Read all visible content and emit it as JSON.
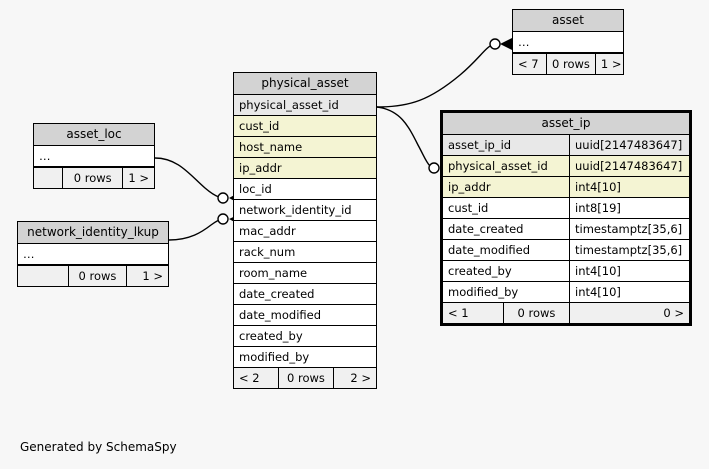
{
  "diagram": {
    "caption": "Generated by SchemaSpy",
    "background_color": "#f7f7f7",
    "header_color": "#d3d3d3",
    "primary_key_color": "#e8e8e8",
    "foreign_key_color": "#f4f4d3",
    "plain_color": "#ffffff",
    "footer_color": "#f0f0f0",
    "line_color": "#000000"
  },
  "tables": {
    "asset": {
      "name": "asset",
      "collapsed": true,
      "ellipsis": "…",
      "footer": {
        "left": "< 7",
        "center": "0 rows",
        "right": "1 >"
      }
    },
    "asset_loc": {
      "name": "asset_loc",
      "collapsed": true,
      "ellipsis": "…",
      "footer": {
        "left": "",
        "center": "0 rows",
        "right": "1 >"
      }
    },
    "network_identity_lkup": {
      "name": "network_identity_lkup",
      "collapsed": true,
      "ellipsis": "…",
      "footer": {
        "left": "",
        "center": "0 rows",
        "right": "1 >"
      }
    },
    "physical_asset": {
      "name": "physical_asset",
      "columns": [
        {
          "name": "physical_asset_id",
          "type": "",
          "kind": "pk"
        },
        {
          "name": "cust_id",
          "type": "",
          "kind": "fk"
        },
        {
          "name": "host_name",
          "type": "",
          "kind": "fk"
        },
        {
          "name": "ip_addr",
          "type": "",
          "kind": "fk"
        },
        {
          "name": "loc_id",
          "type": "",
          "kind": "plain"
        },
        {
          "name": "network_identity_id",
          "type": "",
          "kind": "plain"
        },
        {
          "name": "mac_addr",
          "type": "",
          "kind": "plain"
        },
        {
          "name": "rack_num",
          "type": "",
          "kind": "plain"
        },
        {
          "name": "room_name",
          "type": "",
          "kind": "plain"
        },
        {
          "name": "date_created",
          "type": "",
          "kind": "plain"
        },
        {
          "name": "date_modified",
          "type": "",
          "kind": "plain"
        },
        {
          "name": "created_by",
          "type": "",
          "kind": "plain"
        },
        {
          "name": "modified_by",
          "type": "",
          "kind": "plain"
        }
      ],
      "footer": {
        "left": "< 2",
        "center": "0 rows",
        "right": "2 >"
      }
    },
    "asset_ip": {
      "name": "asset_ip",
      "focus": true,
      "columns": [
        {
          "name": "asset_ip_id",
          "type": "uuid[2147483647]",
          "kind": "pk"
        },
        {
          "name": "physical_asset_id",
          "type": "uuid[2147483647]",
          "kind": "fk"
        },
        {
          "name": "ip_addr",
          "type": "int4[10]",
          "kind": "fk"
        },
        {
          "name": "cust_id",
          "type": "int8[19]",
          "kind": "plain"
        },
        {
          "name": "date_created",
          "type": "timestamptz[35,6]",
          "kind": "plain"
        },
        {
          "name": "date_modified",
          "type": "timestamptz[35,6]",
          "kind": "plain"
        },
        {
          "name": "created_by",
          "type": "int4[10]",
          "kind": "plain"
        },
        {
          "name": "modified_by",
          "type": "int4[10]",
          "kind": "plain"
        }
      ],
      "footer": {
        "left": "< 1",
        "center": "0 rows",
        "right": "0 >"
      }
    }
  },
  "relationships": [
    {
      "from": "physical_asset",
      "to": "asset",
      "optional": true
    },
    {
      "from": "physical_asset",
      "to": "asset_ip",
      "optional": true
    },
    {
      "from": "asset_loc",
      "to": "physical_asset",
      "optional": true
    },
    {
      "from": "network_identity_lkup",
      "to": "physical_asset",
      "optional": true
    }
  ]
}
